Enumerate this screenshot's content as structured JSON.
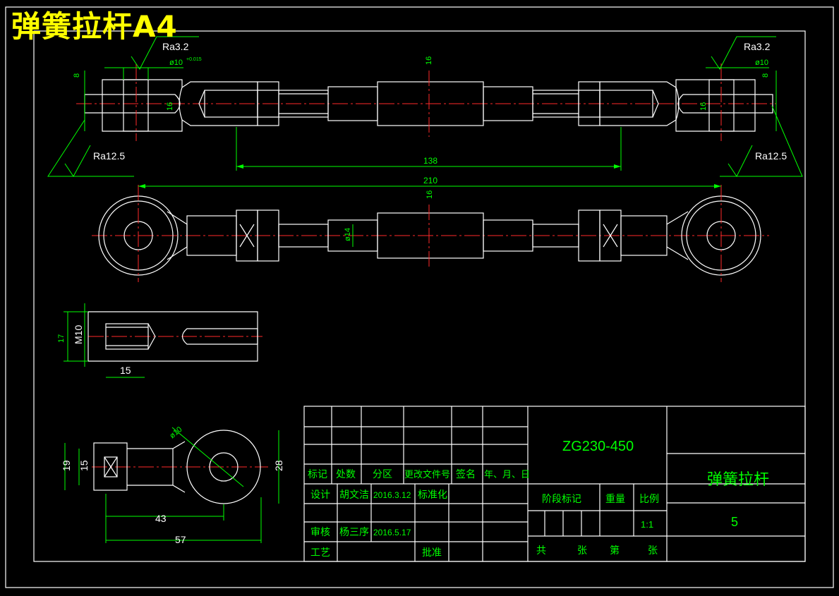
{
  "title": "弹簧拉杆A4",
  "drawing": {
    "surface_finish": {
      "fine": "Ra3.2",
      "rough": "Ra12.5"
    },
    "dimensions": {
      "top_view": {
        "left_bore": "ø10",
        "left_bore_tol": "+0.015",
        "right_bore": "ø10",
        "left_width": "8",
        "right_width": "8",
        "center_dia": "16",
        "left_head": "16",
        "right_head": "16",
        "span": "138"
      },
      "side_view": {
        "overall": "210",
        "center_dia": "16",
        "shaft_dia": "ø14"
      },
      "detail_fork": {
        "height": "17",
        "thread": "M10",
        "depth": "15"
      },
      "detail_eye": {
        "bore": "ø10",
        "outer": "19",
        "inner": "15",
        "eye_height": "28",
        "center_len": "43",
        "total_len": "57"
      }
    }
  },
  "title_block": {
    "material": "ZG230-450",
    "part_name": "弹簧拉杆",
    "part_number": "5",
    "headers": [
      "标记",
      "处数",
      "分区",
      "更改文件号",
      "签名",
      "年、月、日"
    ],
    "design_label": "设计",
    "designer": "胡文洁",
    "design_date": "2016.3.12",
    "standardization": "标准化",
    "review_label": "审核",
    "reviewer": "杨三序",
    "review_date": "2016.5.17",
    "process_label": "工艺",
    "approve_label": "批准",
    "stage_mark": "阶段标记",
    "weight": "重量",
    "scale_label": "比例",
    "scale": "1:1",
    "total_label": "共",
    "sheet_label": "张",
    "sheet_no_label": "第",
    "sheet_label2": "张"
  },
  "colors": {
    "background": "#000000",
    "outline": "#ffffff",
    "dimension": "#00ff00",
    "centerline": "#ff2a2a",
    "hatch": "#00c8c8",
    "title": "#ffff00"
  }
}
